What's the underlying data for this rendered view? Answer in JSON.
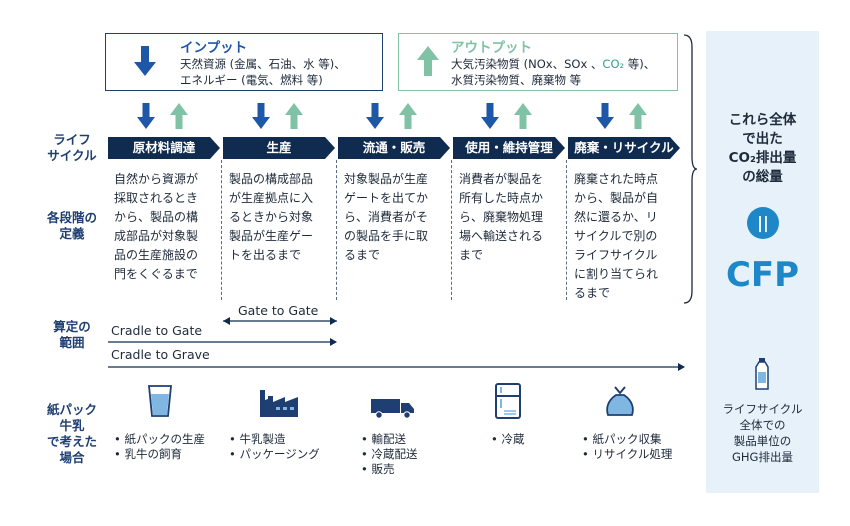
{
  "input": {
    "title": "インプット",
    "line1": "天然資源 (金属、石油、水 等)、",
    "line2": "エネルギー (電気、燃料 等)"
  },
  "output": {
    "title": "アウトプット",
    "line1_a": "大気汚染物質 (NOx、SOx 、",
    "line1_co2": "CO₂",
    "line1_b": " 等)、",
    "line2": "水質汚染物質、廃棄物 等"
  },
  "row_labels": {
    "lifecycle": "ライフ\nサイクル",
    "definition": "各段階の\n定義",
    "scope": "算定の\n範囲",
    "milk": "紙パック\n牛乳\nで考えた\n場合"
  },
  "stages": [
    {
      "label": "原材料調達",
      "desc": "自然から資源が\n採取されるとき\nから、製品の構\n成部品が対象製\n品の生産施設の\n門をくぐるまで",
      "icon": "cup-icon",
      "bullets": [
        "• 紙パックの生産",
        "• 乳牛の飼育"
      ]
    },
    {
      "label": "生産",
      "desc": "製品の構成部品\nが生産拠点に入\nるときから対象\n製品が生産ゲー\nトを出るまで",
      "icon": "factory-icon",
      "bullets": [
        "• 牛乳製造",
        "• パッケージング"
      ]
    },
    {
      "label": "流通・販売",
      "desc": "対象製品が生産\nゲートを出てか\nら、消費者がそ\nの製品を手に取\nるまで",
      "icon": "truck-icon",
      "bullets": [
        "• 輸配送",
        "• 冷蔵配送",
        "• 販売"
      ]
    },
    {
      "label": "使用・維持管理",
      "desc": "消費者が製品を\n所有した時点か\nら、廃棄物処理\n場へ輸送される\nまで",
      "icon": "refrigerator-icon",
      "bullets": [
        "• 冷蔵"
      ]
    },
    {
      "label": "廃棄・リサイクル",
      "desc": "廃棄された時点\nから、製品が自\n然に還るか、リ\nサイクルで別の\nライフサイクル\nに割り当てられ\nるまで",
      "icon": "garbage-bag-icon",
      "bullets": [
        "• 紙パック収集",
        "• リサイクル処理"
      ]
    }
  ],
  "scope": {
    "gate_to_gate": "Gate to Gate",
    "cradle_to_gate": "Cradle to Gate",
    "cradle_to_grave": "Cradle to Grave"
  },
  "right_panel": {
    "summary": "これら全体\nで出た\nCO₂排出量\nの総量",
    "equals": "||",
    "cfp": "CFP",
    "product_icon": "bottle-icon",
    "ghg": "ライフサイクル\n全体での\n製品単位の\nGHG排出量"
  },
  "colors": {
    "navy": "#0f2c50",
    "input_blue": "#1f57a8",
    "output_green": "#7fc2a6",
    "cfp_blue": "#1d87c8",
    "panel_bg": "#e6f1f9"
  }
}
